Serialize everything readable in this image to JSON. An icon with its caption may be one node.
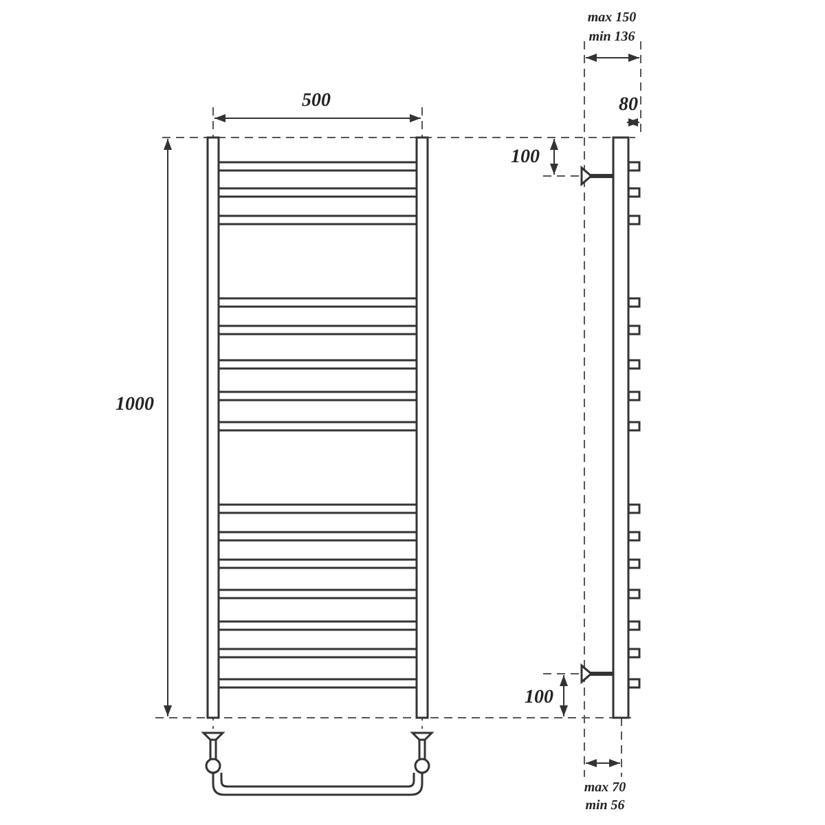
{
  "diagram": {
    "labels": [
      "max 150",
      "min 136",
      "500",
      "80",
      "100",
      "1000",
      "100",
      "max 70",
      "min 56"
    ]
  }
}
